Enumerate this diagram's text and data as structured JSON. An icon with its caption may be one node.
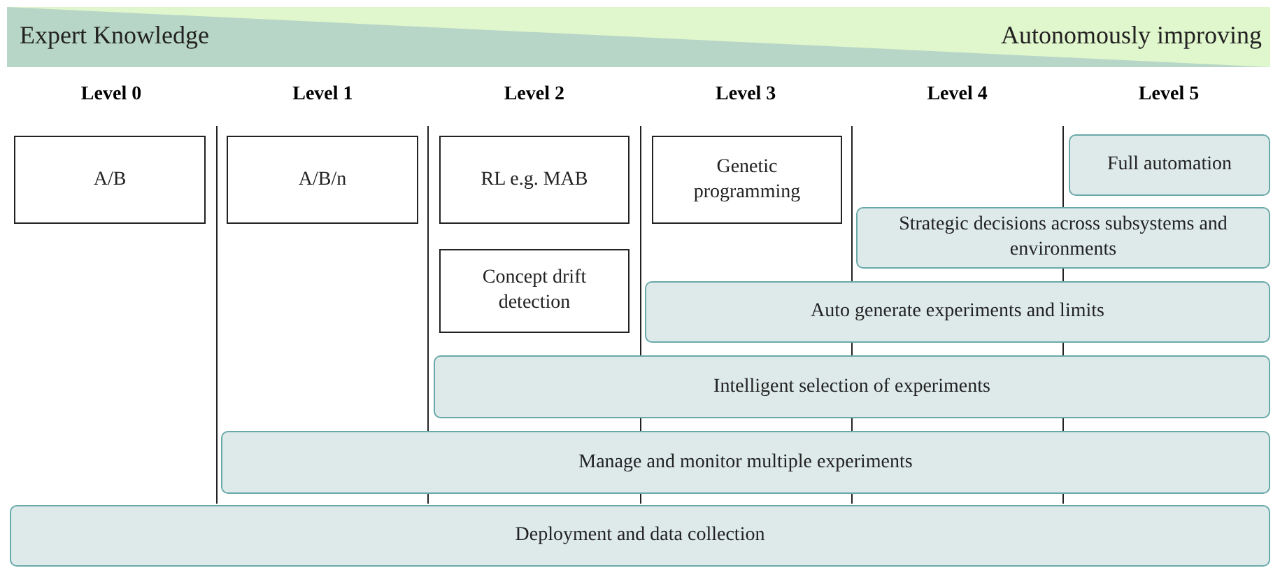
{
  "diagram": {
    "nodes": [
      {
        "text": [
          "A/B"
        ]
      },
      {
        "text": [
          "A/B/n"
        ]
      },
      {
        "text": [
          "RL e.g. MAB"
        ]
      },
      {
        "text": [
          "Genetic programming"
        ]
      },
      {
        "text": [
          "Full automation"
        ]
      },
      {
        "text": [
          "Concept drift detection"
        ]
      },
      {
        "text": [
          "Strategic decisions across subsystems and environments"
        ]
      },
      {
        "text": [
          "Auto generate experiments and limits"
        ]
      },
      {
        "text": [
          "Intelligent selection of experiments"
        ]
      },
      {
        "text": [
          "Manage and monitor multiple experiments"
        ]
      },
      {
        "text": [
          "Deployment and data collection"
        ]
      }
    ],
    "edges": [],
    "labels": [
      "Expert Knowledge",
      "Autonomously improving",
      "Level 0",
      "Level 1",
      "Level 2",
      "Level 3",
      "Level 4",
      "Level 5"
    ]
  }
}
